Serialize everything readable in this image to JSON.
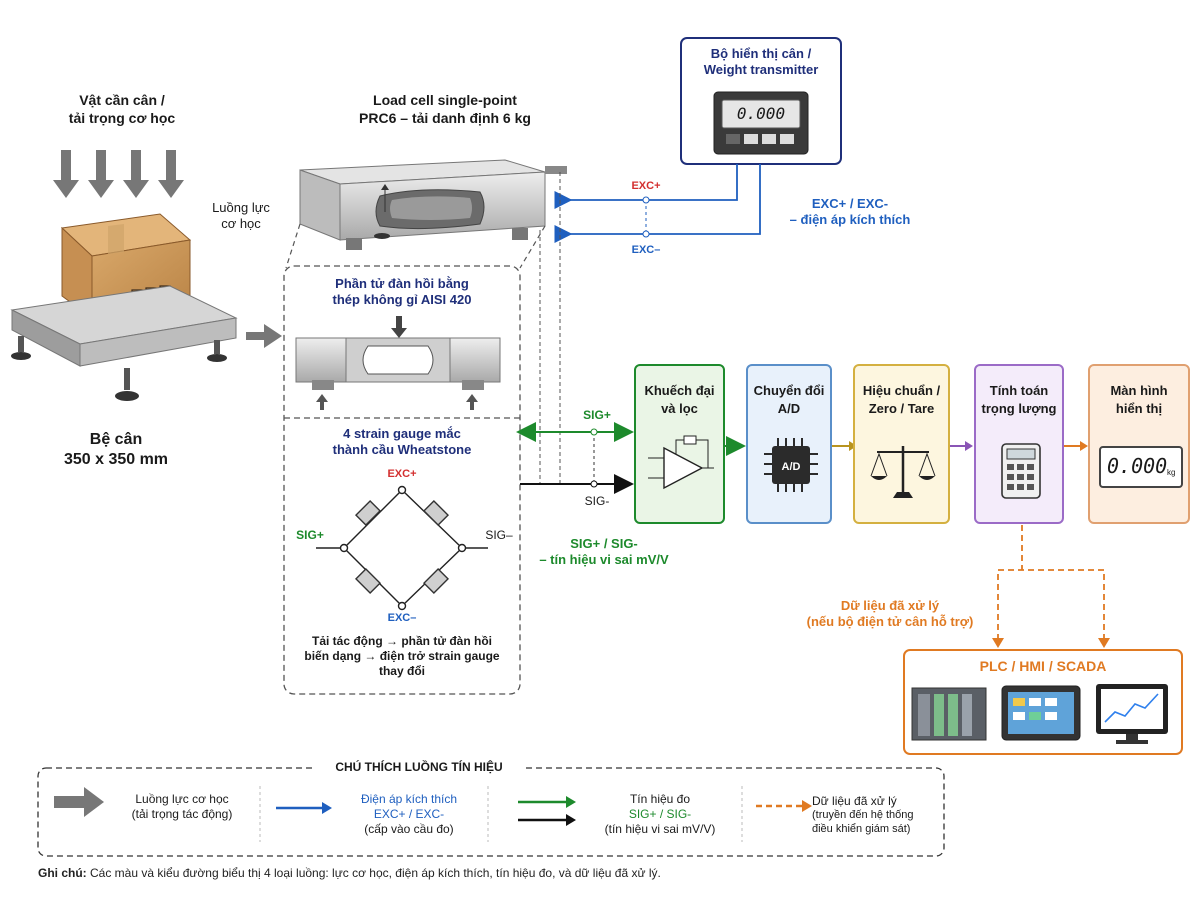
{
  "object": {
    "label1": "Vật cần cân /",
    "label2": "tải trọng cơ học"
  },
  "platform": {
    "label1": "Bệ cân",
    "label2": "350 x 350 mm"
  },
  "force_flow": {
    "label1": "Luồng lực",
    "label2": "cơ học"
  },
  "loadcell": {
    "title1": "Load cell single-point",
    "title2": "PRC6 – tải danh định 6 kg"
  },
  "elastic": {
    "title1": "Phần tử đàn hồi bằng",
    "title2": "thép không gỉ AISI 420"
  },
  "bridge": {
    "title1": "4 strain gauge mắc",
    "title2": "thành cầu Wheatstone",
    "exc_plus": "EXC+",
    "exc_minus": "EXC–",
    "sig_plus": "SIG+",
    "sig_minus": "SIG–",
    "desc1": "Tải tác động → phần tử đàn hồi",
    "desc2": "biến dạng → điện trở strain gauge",
    "desc3": "thay đổi"
  },
  "transmitter": {
    "title1": "Bộ hiển thị cân /",
    "title2": "Weight transmitter",
    "display": "0.000"
  },
  "excitation": {
    "plus": "EXC+",
    "minus": "EXC–",
    "note1": "EXC+ / EXC-",
    "note2": "– điện áp kích thích"
  },
  "signal": {
    "plus": "SIG+",
    "minus": "SIG-",
    "note1": "SIG+ / SIG-",
    "note2": "– tín hiệu vi sai mV/V"
  },
  "blocks": [
    {
      "label1": "Khuếch đại",
      "label2": "và lọc"
    },
    {
      "label1": "Chuyển đổi",
      "label2": "A/D",
      "chip": "A/D"
    },
    {
      "label1": "Hiệu chuẩn /",
      "label2": "Zero / Tare"
    },
    {
      "label1": "Tính toán",
      "label2": "trọng lượng"
    },
    {
      "label1": "Màn hình",
      "label2": "hiển thị",
      "display": "0.000",
      "unit": "kg"
    }
  ],
  "processed": {
    "label1": "Dữ liệu đã xử lý",
    "label2": "(nếu bộ điện tử cân hỗ trợ)"
  },
  "plc": {
    "title": "PLC / HMI / SCADA"
  },
  "legend": {
    "title": "CHÚ THÍCH LUỒNG TÍN HIỆU",
    "item1": {
      "l1": "Luồng lực cơ học",
      "l2": "(tải trọng tác động)"
    },
    "item2": {
      "l1": "Điện áp kích thích",
      "l2": "EXC+ / EXC-",
      "l3": "(cấp vào cầu đo)"
    },
    "item3": {
      "l1": "Tín hiệu đo",
      "l2": "SIG+ / SIG-",
      "l3": "(tín hiệu vi sai mV/V)"
    },
    "item4": {
      "l1": "Dữ liệu đã xử lý",
      "l2": "(truyền đến hệ thống",
      "l3": "điều khiển giám sát)"
    }
  },
  "footnote": {
    "bold": "Ghi chú:",
    "text": " Các màu và kiểu đường biểu thị 4 loại luồng: lực cơ học, điện áp kích thích, tín hiệu đo, và dữ liệu đã xử lý."
  },
  "colors": {
    "excitation": "#1f5fbf",
    "signal": "#1d8a2c",
    "data": "#e07a22",
    "force": "#777777",
    "navy": "#1f2f7a"
  }
}
